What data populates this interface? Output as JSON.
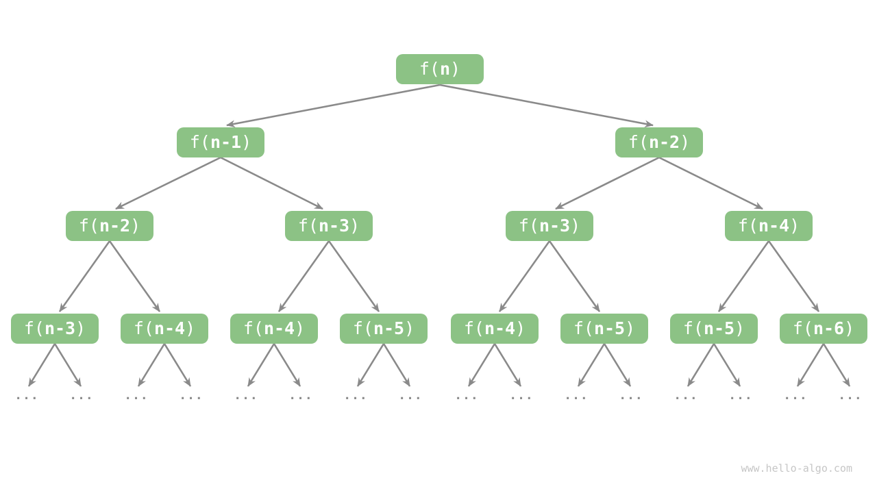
{
  "colors": {
    "background": "#ffffff",
    "node_fill": "#8cc285",
    "node_text": "#ffffff",
    "arrow": "#8a8a8a",
    "ellipsis": "#8d8d8d",
    "watermark": "#c6c6c6"
  },
  "watermark": {
    "text": "www.hello-algo.com"
  },
  "diagram": {
    "type": "recursion-tree",
    "ellipsis": "...",
    "nodes": [
      {
        "id": "root",
        "level": 0,
        "pre": "f(",
        "arg": "n",
        "post": ")"
      },
      {
        "id": "l1-0",
        "level": 1,
        "pre": "f(",
        "arg": "n-1",
        "post": ")"
      },
      {
        "id": "l1-1",
        "level": 1,
        "pre": "f(",
        "arg": "n-2",
        "post": ")"
      },
      {
        "id": "l2-0",
        "level": 2,
        "pre": "f(",
        "arg": "n-2",
        "post": ")"
      },
      {
        "id": "l2-1",
        "level": 2,
        "pre": "f(",
        "arg": "n-3",
        "post": ")"
      },
      {
        "id": "l2-2",
        "level": 2,
        "pre": "f(",
        "arg": "n-3",
        "post": ")"
      },
      {
        "id": "l2-3",
        "level": 2,
        "pre": "f(",
        "arg": "n-4",
        "post": ")"
      },
      {
        "id": "l3-0",
        "level": 3,
        "pre": "f(",
        "arg": "n-3",
        "post": ")"
      },
      {
        "id": "l3-1",
        "level": 3,
        "pre": "f(",
        "arg": "n-4",
        "post": ")"
      },
      {
        "id": "l3-2",
        "level": 3,
        "pre": "f(",
        "arg": "n-4",
        "post": ")"
      },
      {
        "id": "l3-3",
        "level": 3,
        "pre": "f(",
        "arg": "n-5",
        "post": ")"
      },
      {
        "id": "l3-4",
        "level": 3,
        "pre": "f(",
        "arg": "n-4",
        "post": ")"
      },
      {
        "id": "l3-5",
        "level": 3,
        "pre": "f(",
        "arg": "n-5",
        "post": ")"
      },
      {
        "id": "l3-6",
        "level": 3,
        "pre": "f(",
        "arg": "n-5",
        "post": ")"
      },
      {
        "id": "l3-7",
        "level": 3,
        "pre": "f(",
        "arg": "n-6",
        "post": ")"
      }
    ],
    "edges_note": "each node points to its two children; level-3 nodes point to ellipsis leaves"
  }
}
